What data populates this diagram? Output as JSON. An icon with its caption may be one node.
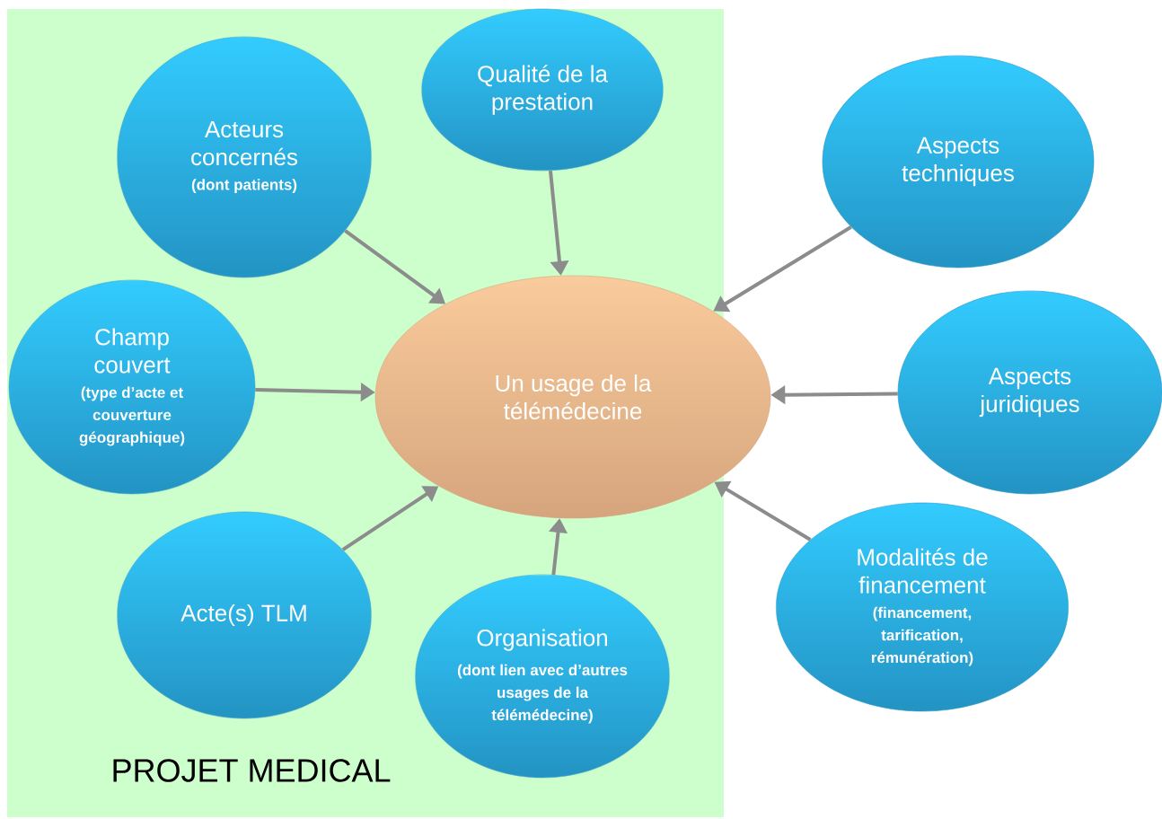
{
  "diagram": {
    "nodes": [
      {
        "text": [
          "PROJET MEDICAL"
        ]
      },
      {
        "text": [
          "Qualité de la prestation"
        ],
        "in": 0
      },
      {
        "text": [
          "Acteurs concernés",
          "(dont patients)"
        ],
        "in": 0
      },
      {
        "text": [
          "Aspects techniques"
        ]
      },
      {
        "text": [
          "Champ couvert",
          "(type d’acte et couverture géographique)"
        ],
        "in": 0
      },
      {
        "text": [
          "Un usage de la télémédecine"
        ]
      },
      {
        "text": [
          "Aspects juridiques"
        ]
      },
      {
        "text": [
          "Acte(s) TLM"
        ],
        "in": 0
      },
      {
        "text": [
          "Organisation",
          "(dont lien avec d’autres usages de la télémédecine)"
        ],
        "in": 0
      },
      {
        "text": [
          "Modalités de financement",
          "(financement, tarification, rémunération)"
        ]
      }
    ],
    "edges": [
      {
        "from": 1,
        "to": 5,
        "arrow": "to"
      },
      {
        "from": 2,
        "to": 5,
        "arrow": "to"
      },
      {
        "from": 3,
        "to": 5,
        "arrow": "to"
      },
      {
        "from": 4,
        "to": 5,
        "arrow": "to"
      },
      {
        "from": 6,
        "to": 5,
        "arrow": "to"
      },
      {
        "from": 7,
        "to": 5,
        "arrow": "to"
      },
      {
        "from": 8,
        "to": 5,
        "arrow": "to"
      },
      {
        "from": 9,
        "to": 5,
        "arrow": "to"
      }
    ]
  }
}
